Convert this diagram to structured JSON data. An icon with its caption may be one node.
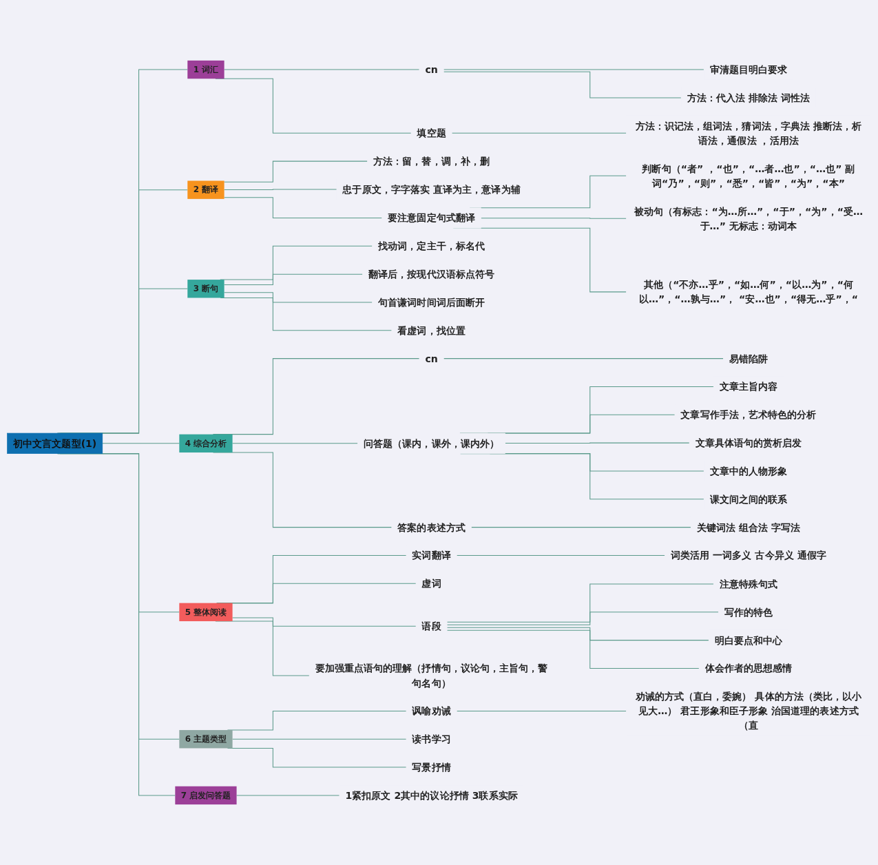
{
  "diagram": {
    "nodes": [
      {
        "text": [
          "初中文言文题型(1)"
        ]
      },
      {
        "text": [
          "1 词汇"
        ]
      },
      {
        "text": [
          "cn"
        ]
      },
      {
        "text": [
          "审清题目明白要求"
        ]
      },
      {
        "text": [
          "方法：代入法 排除法 词性法"
        ]
      },
      {
        "text": [
          "填空题"
        ]
      },
      {
        "text": [
          "方法：识记法，组词法，猜词法，字典法 推断法，析语法，通假法 ，活用法"
        ]
      },
      {
        "text": [
          "2 翻译"
        ]
      },
      {
        "text": [
          "方法：留，替，调，补，删"
        ]
      },
      {
        "text": [
          "忠于原文，字字落实 直译为主，意译为辅"
        ]
      },
      {
        "text": [
          "要注意固定句式翻译"
        ]
      },
      {
        "text": [
          "判断句（“者” ，“也”，“…者…也”，“…也” 副词“乃”，“则”，“悉”，“皆”，“为”，“本”"
        ]
      },
      {
        "text": [
          "被动句（有标志：“为…所…”，“于”，“为”，“受…于…” 无标志：动词本"
        ]
      },
      {
        "text": [
          "其他（“不亦…乎”，“如…何”，“以…为”，“何以…”，“…孰与…”， “安…也”，“得无…乎”，“"
        ]
      },
      {
        "text": [
          "3 断句"
        ]
      },
      {
        "text": [
          "找动词，定主干，标名代"
        ]
      },
      {
        "text": [
          "翻译后，按现代汉语标点符号"
        ]
      },
      {
        "text": [
          "句首谦词时间词后面断开"
        ]
      },
      {
        "text": [
          "看虚词，找位置"
        ]
      },
      {
        "text": [
          "4 综合分析"
        ]
      },
      {
        "text": [
          "cn"
        ]
      },
      {
        "text": [
          "易错陷阱"
        ]
      },
      {
        "text": [
          "问答题（课内，课外，课内外）"
        ]
      },
      {
        "text": [
          "文章主旨内容"
        ]
      },
      {
        "text": [
          "文章写作手法，艺术特色的分析"
        ]
      },
      {
        "text": [
          "文章具体语句的赏析启发"
        ]
      },
      {
        "text": [
          "文章中的人物形象"
        ]
      },
      {
        "text": [
          "课文间之间的联系"
        ]
      },
      {
        "text": [
          "答案的表述方式"
        ]
      },
      {
        "text": [
          "关键词法 组合法 字写法"
        ]
      },
      {
        "text": [
          "5 整体阅读"
        ]
      },
      {
        "text": [
          "实词翻译"
        ]
      },
      {
        "text": [
          "词类活用 一词多义 古今异义 通假字"
        ]
      },
      {
        "text": [
          "虚词"
        ]
      },
      {
        "text": [
          "语段"
        ]
      },
      {
        "text": [
          "注意特殊句式"
        ]
      },
      {
        "text": [
          "写作的特色"
        ]
      },
      {
        "text": [
          "明白要点和中心"
        ]
      },
      {
        "text": [
          "体会作者的思想感情"
        ]
      },
      {
        "text": [
          "要加强重点语句的理解（抒情句，议论句，主旨句，警句名句）"
        ]
      },
      {
        "text": [
          "6 主题类型"
        ]
      },
      {
        "text": [
          "讽喻劝诫"
        ]
      },
      {
        "text": [
          "劝诫的方式（直白，委婉） 具体的方法（类比，以小见大…） 君王形象和臣子形象 治国道理的表述方式（直"
        ]
      },
      {
        "text": [
          "读书学习"
        ]
      },
      {
        "text": [
          "写景抒情"
        ]
      },
      {
        "text": [
          "7 启发问答题"
        ]
      },
      {
        "text": [
          "1紧扣原文 2其中的议论抒情 3联系实际"
        ]
      }
    ],
    "edges": [
      {
        "from": 0,
        "to": 1,
        "arrow": "none"
      },
      {
        "from": 1,
        "to": 2,
        "arrow": "none"
      },
      {
        "from": 2,
        "to": 3,
        "arrow": "none"
      },
      {
        "from": 2,
        "to": 4,
        "arrow": "none"
      },
      {
        "from": 1,
        "to": 5,
        "arrow": "none"
      },
      {
        "from": 5,
        "to": 6,
        "arrow": "none"
      },
      {
        "from": 0,
        "to": 7,
        "arrow": "none"
      },
      {
        "from": 7,
        "to": 8,
        "arrow": "none"
      },
      {
        "from": 7,
        "to": 9,
        "arrow": "none"
      },
      {
        "from": 7,
        "to": 10,
        "arrow": "none"
      },
      {
        "from": 10,
        "to": 11,
        "arrow": "none"
      },
      {
        "from": 10,
        "to": 12,
        "arrow": "none"
      },
      {
        "from": 10,
        "to": 13,
        "arrow": "none"
      },
      {
        "from": 0,
        "to": 14,
        "arrow": "none"
      },
      {
        "from": 14,
        "to": 15,
        "arrow": "none"
      },
      {
        "from": 14,
        "to": 16,
        "arrow": "none"
      },
      {
        "from": 14,
        "to": 17,
        "arrow": "none"
      },
      {
        "from": 14,
        "to": 18,
        "arrow": "none"
      },
      {
        "from": 0,
        "to": 19,
        "arrow": "none"
      },
      {
        "from": 19,
        "to": 20,
        "arrow": "none"
      },
      {
        "from": 20,
        "to": 21,
        "arrow": "none"
      },
      {
        "from": 19,
        "to": 22,
        "arrow": "none"
      },
      {
        "from": 22,
        "to": 23,
        "arrow": "none"
      },
      {
        "from": 22,
        "to": 24,
        "arrow": "none"
      },
      {
        "from": 22,
        "to": 25,
        "arrow": "none"
      },
      {
        "from": 22,
        "to": 26,
        "arrow": "none"
      },
      {
        "from": 22,
        "to": 27,
        "arrow": "none"
      },
      {
        "from": 19,
        "to": 28,
        "arrow": "none"
      },
      {
        "from": 28,
        "to": 29,
        "arrow": "none"
      },
      {
        "from": 0,
        "to": 30,
        "arrow": "none"
      },
      {
        "from": 30,
        "to": 31,
        "arrow": "none"
      },
      {
        "from": 31,
        "to": 32,
        "arrow": "none"
      },
      {
        "from": 30,
        "to": 33,
        "arrow": "none"
      },
      {
        "from": 30,
        "to": 34,
        "arrow": "none"
      },
      {
        "from": 34,
        "to": 35,
        "arrow": "none"
      },
      {
        "from": 34,
        "to": 36,
        "arrow": "none"
      },
      {
        "from": 34,
        "to": 37,
        "arrow": "none"
      },
      {
        "from": 34,
        "to": 38,
        "arrow": "none"
      },
      {
        "from": 30,
        "to": 39,
        "arrow": "none"
      },
      {
        "from": 0,
        "to": 40,
        "arrow": "none"
      },
      {
        "from": 40,
        "to": 41,
        "arrow": "none"
      },
      {
        "from": 41,
        "to": 42,
        "arrow": "none"
      },
      {
        "from": 40,
        "to": 43,
        "arrow": "none"
      },
      {
        "from": 40,
        "to": 44,
        "arrow": "none"
      },
      {
        "from": 0,
        "to": 45,
        "arrow": "none"
      },
      {
        "from": 45,
        "to": 46,
        "arrow": "none"
      }
    ]
  }
}
